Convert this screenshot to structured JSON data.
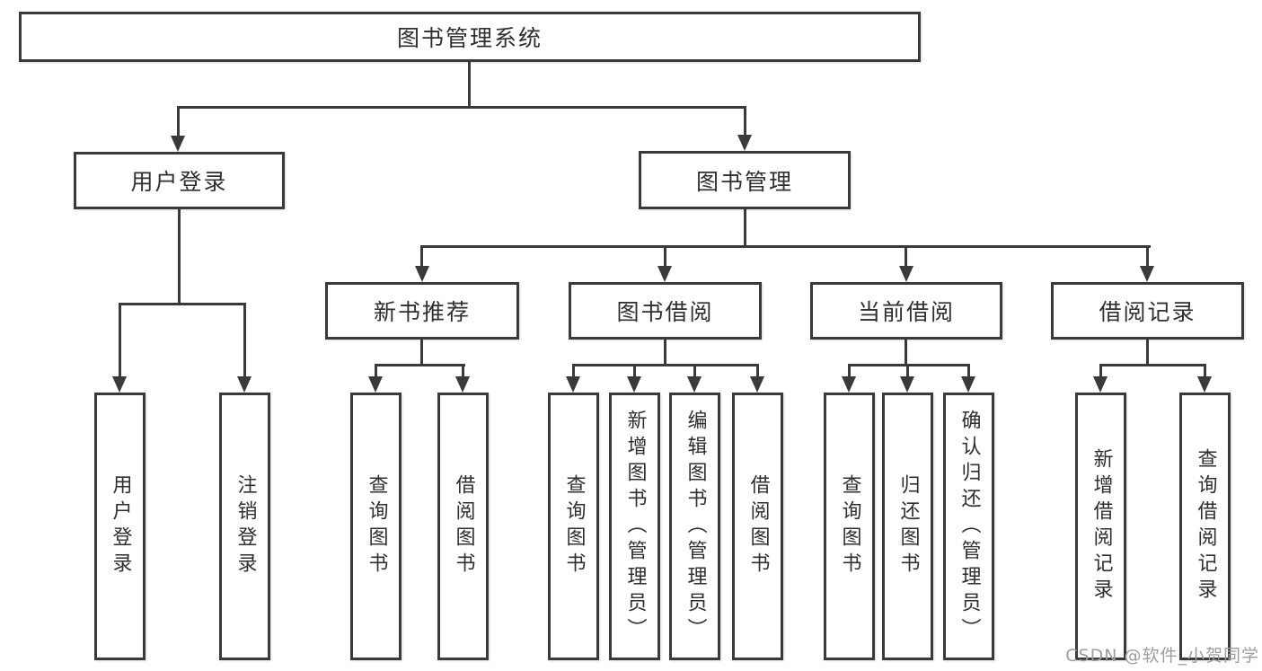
{
  "colors": {
    "line": "#3a3a3a",
    "text": "#2f2f2f",
    "background": "#ffffff",
    "watermark": "#9e9e9e"
  },
  "diagram": {
    "root": "图书管理系统",
    "level2": {
      "user_login": "用户登录",
      "book_management": "图书管理"
    },
    "level3": {
      "new_books": "新书推荐",
      "book_borrow": "图书借阅",
      "current_borrow": "当前借阅",
      "borrow_records": "借阅记录"
    },
    "leaves": {
      "user_login": [
        "用户登录",
        "注销登录"
      ],
      "new_books": [
        "查询图书",
        "借阅图书"
      ],
      "book_borrow": [
        "查询图书",
        "新增图书（管理员）",
        "编辑图书（管理员）",
        "借阅图书"
      ],
      "current_borrow": [
        "查询图书",
        "归还图书",
        "确认归还（管理员）"
      ],
      "borrow_records": [
        "新增借阅记录",
        "查询借阅记录"
      ]
    }
  },
  "watermark": "CSDN @软件_小贺同学"
}
